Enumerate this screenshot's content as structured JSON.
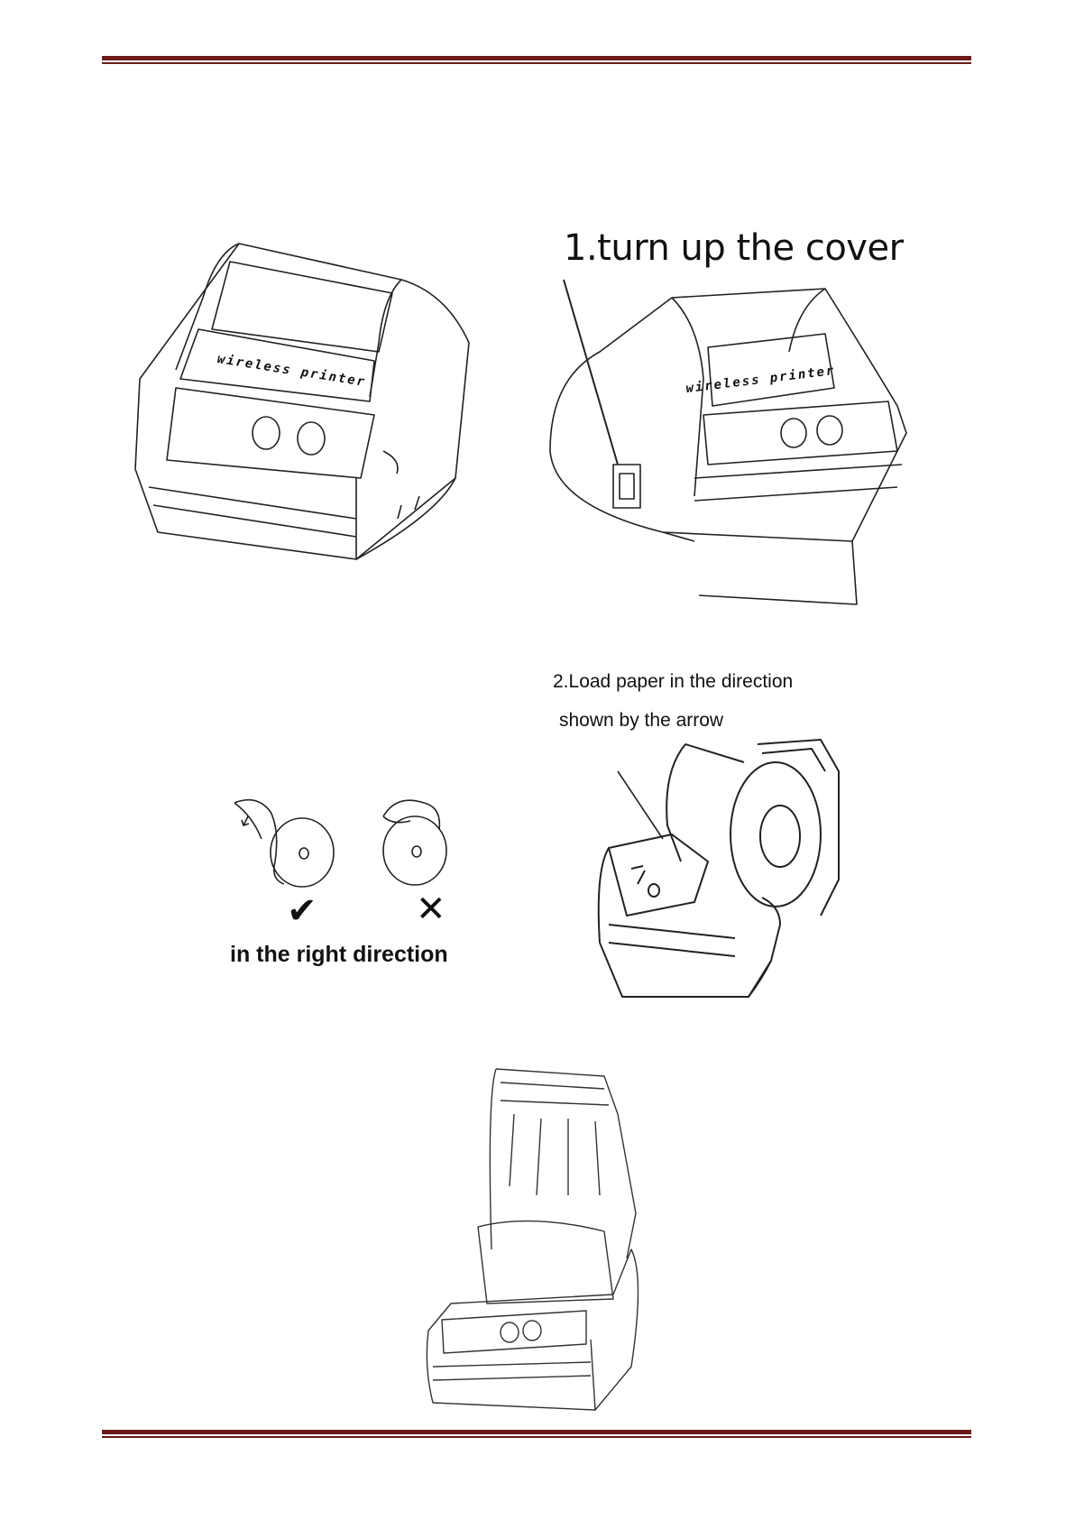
{
  "colors": {
    "rule": "#6b1a1a",
    "line_art": "#222222"
  },
  "printer_brand_text": "wireless printer",
  "steps": {
    "step1_label": "1.turn up the cover",
    "step2_label_line1": "2.Load paper in the direction",
    "step2_label_line2": "shown by the arrow"
  },
  "orientation": {
    "caption": "in the right direction",
    "correct_mark": "✔",
    "wrong_mark": "✕"
  }
}
